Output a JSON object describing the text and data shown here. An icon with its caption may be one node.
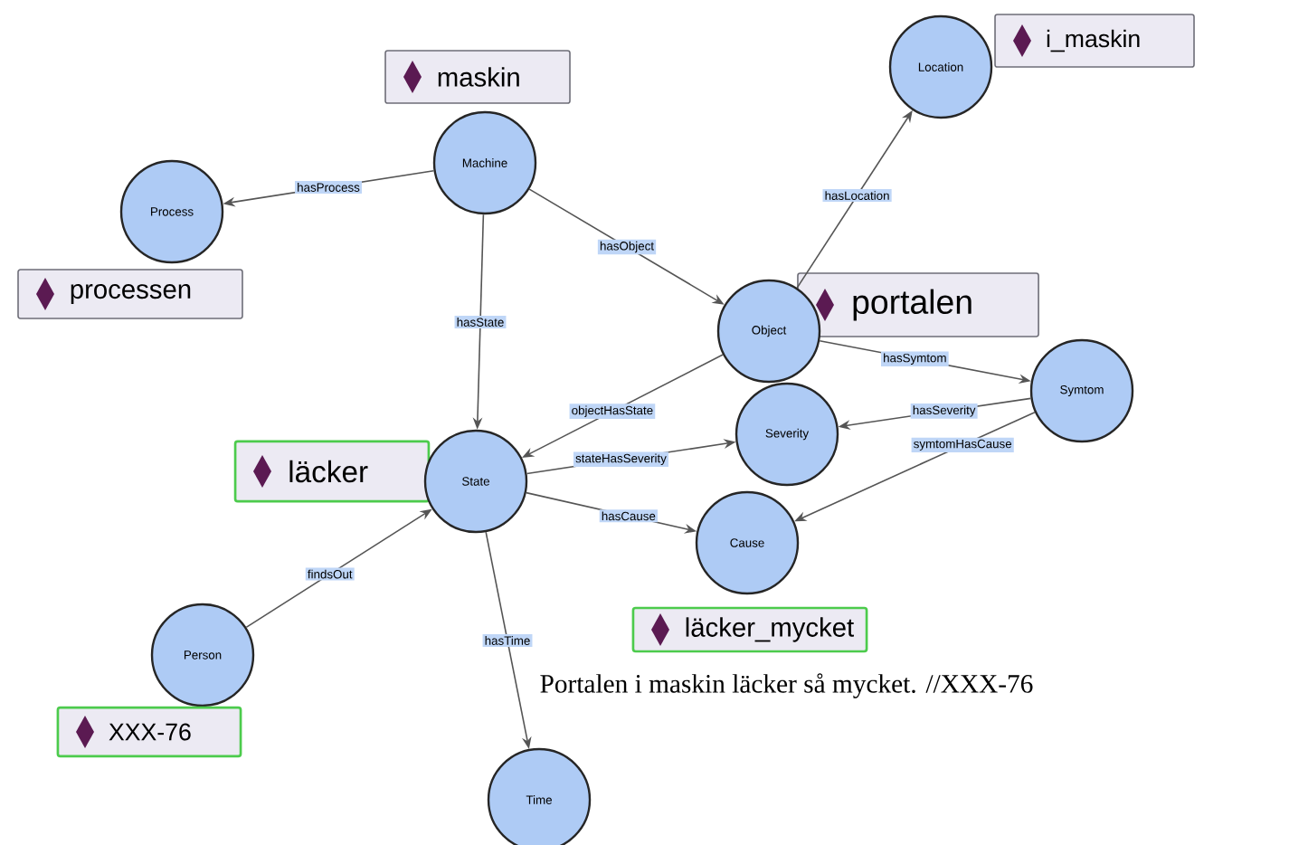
{
  "diagram": {
    "nodes": [
      {
        "text": [
          "i_maskin"
        ]
      },
      {
        "text": [
          "Location"
        ]
      },
      {
        "text": [
          "maskin"
        ]
      },
      {
        "text": [
          "Machine"
        ]
      },
      {
        "text": [
          "Process"
        ]
      },
      {
        "text": [
          "processen"
        ]
      },
      {
        "text": [
          "portalen"
        ]
      },
      {
        "text": [
          "Object"
        ]
      },
      {
        "text": [
          "Symtom"
        ]
      },
      {
        "text": [
          "Severity"
        ]
      },
      {
        "text": [
          "läcker"
        ]
      },
      {
        "text": [
          "State"
        ]
      },
      {
        "text": [
          "läcker_mycket"
        ]
      },
      {
        "text": [
          "Cause"
        ]
      },
      {
        "text": [
          "Person"
        ]
      },
      {
        "text": [
          "XXX-76"
        ]
      },
      {
        "text": [
          "Time"
        ]
      }
    ],
    "edges": [
      {
        "from": 3,
        "to": 4,
        "arrow": "to",
        "label": "hasProcess"
      },
      {
        "from": 3,
        "to": 11,
        "arrow": "to",
        "label": "hasState"
      },
      {
        "from": 3,
        "to": 7,
        "arrow": "to",
        "label": "hasObject"
      },
      {
        "from": 7,
        "to": 1,
        "arrow": "to",
        "label": "hasLocation"
      },
      {
        "from": 7,
        "to": 8,
        "arrow": "to",
        "label": "hasSymtom"
      },
      {
        "from": 8,
        "to": 9,
        "arrow": "to",
        "label": "hasSeverity"
      },
      {
        "from": 8,
        "to": 13,
        "arrow": "to",
        "label": "symtomHasCause"
      },
      {
        "from": 7,
        "to": 11,
        "arrow": "to",
        "label": "objectHasState"
      },
      {
        "from": 11,
        "to": 9,
        "arrow": "to",
        "label": "stateHasSeverity"
      },
      {
        "from": 11,
        "to": 13,
        "arrow": "to",
        "label": "hasCause"
      },
      {
        "from": 14,
        "to": 11,
        "arrow": "to",
        "label": "findsOut"
      },
      {
        "from": 11,
        "to": 16,
        "arrow": "to",
        "label": "hasTime"
      }
    ],
    "labels": [
      "Portalen i maskin läcker så mycket. //XXX-76"
    ]
  }
}
